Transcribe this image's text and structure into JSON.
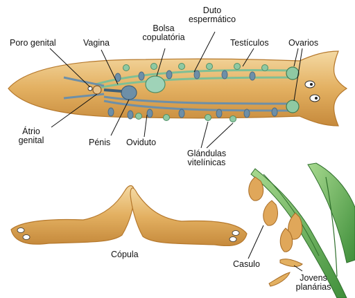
{
  "labels": {
    "duto_espermatico": "Duto\nespermático",
    "bolsa_copulatoria": "Bolsa\ncopulatória",
    "poro_genital": "Poro genital",
    "vagina": "Vagina",
    "testiculos": "Testículos",
    "ovarios": "Ovarios",
    "atrio_genital": "Átrio\ngenital",
    "penis": "Pénis",
    "oviduto": "Oviduto",
    "glandulas_vitelinicas": "Glándulas\nvitelínicas",
    "copula": "Cópula",
    "casulo": "Casulo",
    "jovens_planarias": "Jovens\nplanárias"
  },
  "colors": {
    "body_fill": "#e3b061",
    "body_edge": "#b5782c",
    "gonad_green": "#8fc9a3",
    "duct_blue": "#6d8fa8",
    "plant_green": "#5fae52"
  }
}
